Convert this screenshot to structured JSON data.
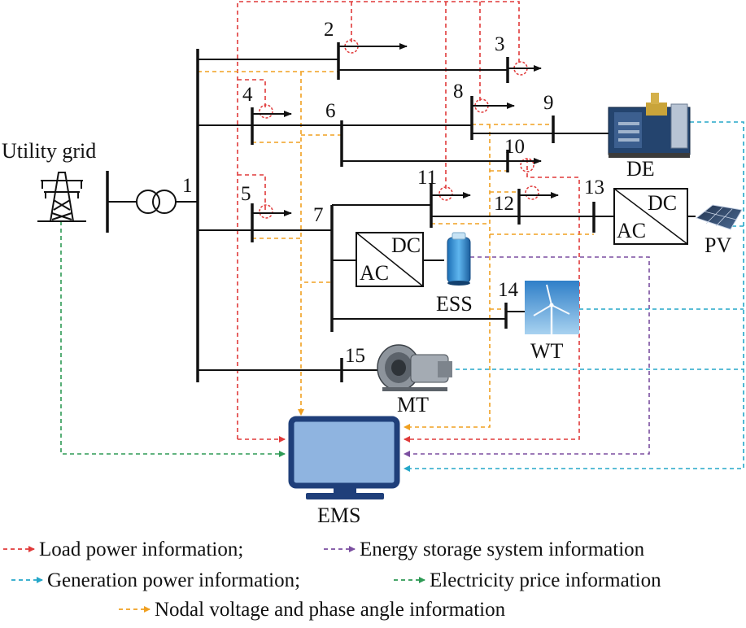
{
  "nodes": {
    "utility_grid": "Utility grid",
    "bus_labels": [
      "1",
      "2",
      "3",
      "4",
      "5",
      "6",
      "7",
      "8",
      "9",
      "10",
      "11",
      "12",
      "13",
      "14",
      "15"
    ],
    "converter_ess": {
      "dc": "DC",
      "ac": "AC"
    },
    "converter_pv": {
      "dc": "DC",
      "ac": "AC"
    },
    "de": "DE",
    "pv": "PV",
    "ess": "ESS",
    "wt": "WT",
    "mt": "MT",
    "ems": "EMS"
  },
  "legend": {
    "load": "Load power information;",
    "ess": "Energy storage system information",
    "generation": "Generation power information;",
    "price": "Electricity price information",
    "voltage": "Nodal voltage and phase angle information"
  },
  "colors": {
    "load": "#e03a3a",
    "ess": "#7b4fa0",
    "generation": "#25a7c9",
    "price": "#2e9a55",
    "voltage": "#f0a020",
    "ems_screen": "#8fb4e0",
    "ems_frame": "#1f3f7a"
  }
}
